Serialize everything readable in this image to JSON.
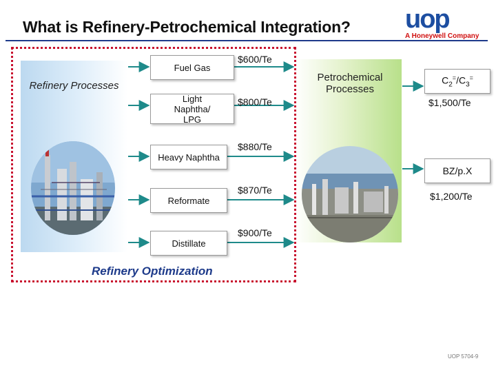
{
  "header": {
    "title": "What is Refinery-Petrochemical Integration?",
    "logo_text": "uop",
    "logo_tagline": "A Honeywell Company"
  },
  "refinery": {
    "label": "Refinery Processes"
  },
  "petrochemical": {
    "label": "Petrochemical Processes"
  },
  "optimization_label": "Refinery Optimization",
  "streams": [
    {
      "name": "Fuel Gas",
      "price": "$600/Te"
    },
    {
      "name": "Light Naphtha/ LPG",
      "price": "$800/Te"
    },
    {
      "name": "Heavy Naphtha",
      "price": "$880/Te"
    },
    {
      "name": "Reformate",
      "price": "$870/Te"
    },
    {
      "name": "Distillate",
      "price": "$900/Te"
    }
  ],
  "products": [
    {
      "name_parts": [
        "C",
        "2",
        "=",
        "/C",
        "3",
        "="
      ],
      "price": "$1,500/Te"
    },
    {
      "name": "BZ/p.X",
      "price": "$1,200/Te"
    }
  ],
  "footer": "UOP 5704-9",
  "colors": {
    "title_underline": "#1d3a8a",
    "border_red": "#c8102e",
    "arrow_teal": "#1e8a8a",
    "logo_blue": "#1d4ea1",
    "refinery_panel": "#bcd9f0",
    "petro_panel": "#b8e08a"
  }
}
